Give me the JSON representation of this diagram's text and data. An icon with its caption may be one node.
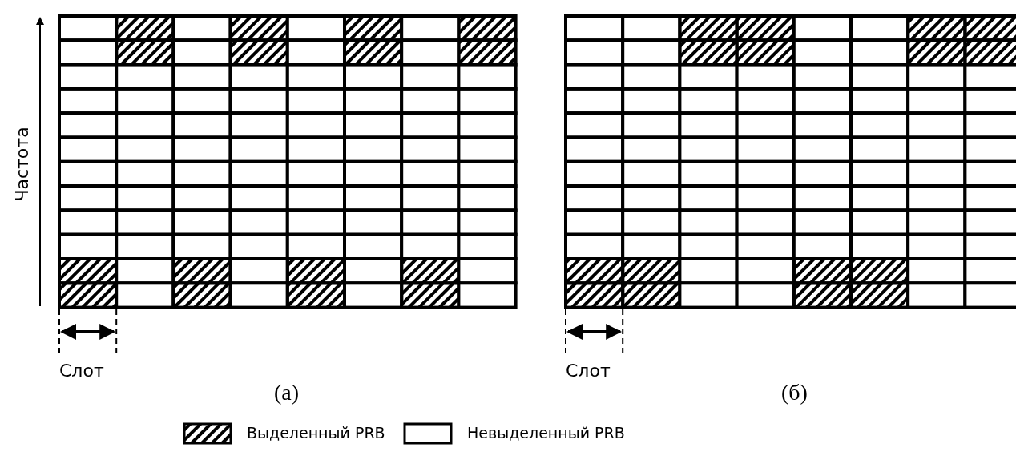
{
  "diagram": {
    "labels": [
      "Частота",
      "Слот",
      "(а)",
      "Слот",
      "(б)"
    ],
    "legend": [
      {
        "text": "Выделенный PRB"
      },
      {
        "text": "Невыделенный PRB"
      }
    ]
  }
}
